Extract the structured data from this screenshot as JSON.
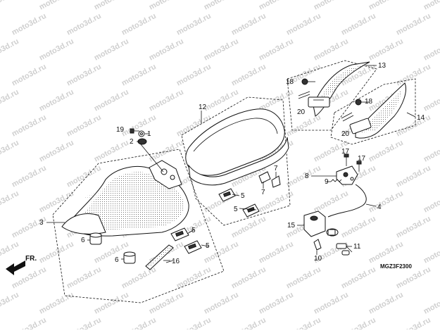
{
  "diagram": {
    "code": "MGZ3F2300",
    "direction_label": "FR.",
    "watermark_text": "moto3d.ru",
    "labels": [
      "1",
      "2",
      "3",
      "4",
      "5",
      "5",
      "5",
      "5",
      "6",
      "6",
      "7",
      "7",
      "8",
      "9",
      "10",
      "11",
      "12",
      "13",
      "14",
      "15",
      "16",
      "17",
      "17",
      "18",
      "18",
      "19",
      "20",
      "20"
    ]
  },
  "colors": {
    "line": "#111111",
    "watermark": "#cfcfcf",
    "background": "#ffffff"
  }
}
